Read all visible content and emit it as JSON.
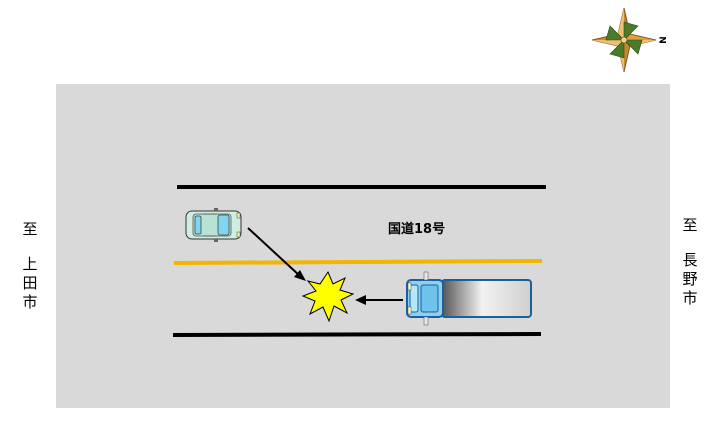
{
  "road": {
    "name": "国道18号"
  },
  "left_destination": {
    "prefix": "至",
    "city": "上田市"
  },
  "right_destination": {
    "prefix": "至",
    "city": "長野市"
  },
  "compass": {
    "label": "N"
  },
  "colors": {
    "background": "#d9d9d9",
    "lane_line": "#000000",
    "center_line": "#f5b400",
    "car_body": "#cfeee0",
    "truck_cab": "#8fd0ef",
    "impact": "#ffff00"
  }
}
